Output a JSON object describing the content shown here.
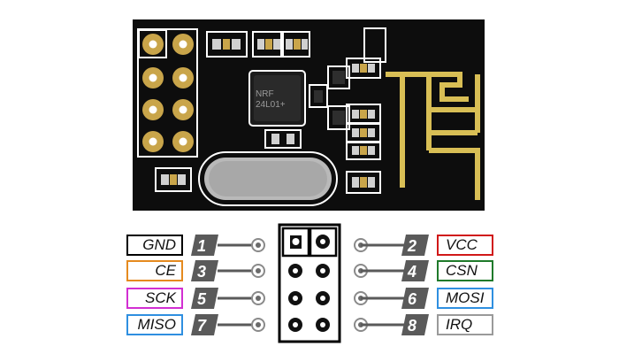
{
  "module": {
    "chip_label_line1": "NRF",
    "chip_label_line2": "24L01+"
  },
  "pinout": {
    "left": [
      {
        "number": "1",
        "label": "GND",
        "color": "#000000"
      },
      {
        "number": "3",
        "label": "CE",
        "color": "#e58a1f"
      },
      {
        "number": "5",
        "label": "SCK",
        "color": "#d22fd2"
      },
      {
        "number": "7",
        "label": "MISO",
        "color": "#2f8fe0"
      }
    ],
    "right": [
      {
        "number": "2",
        "label": "VCC",
        "color": "#d01818"
      },
      {
        "number": "4",
        "label": "CSN",
        "color": "#1f7a2a"
      },
      {
        "number": "6",
        "label": "MOSI",
        "color": "#2f8fe0"
      },
      {
        "number": "8",
        "label": "IRQ",
        "color": "#9a9a9a"
      }
    ]
  },
  "colors": {
    "board": "#0d0d0d",
    "antenna": "#d8be55",
    "silkscreen": "#ffffff",
    "pad_gold": "#c9a54a",
    "crystal": "#b9b9b9",
    "number_tab": "#5a5a5a"
  }
}
